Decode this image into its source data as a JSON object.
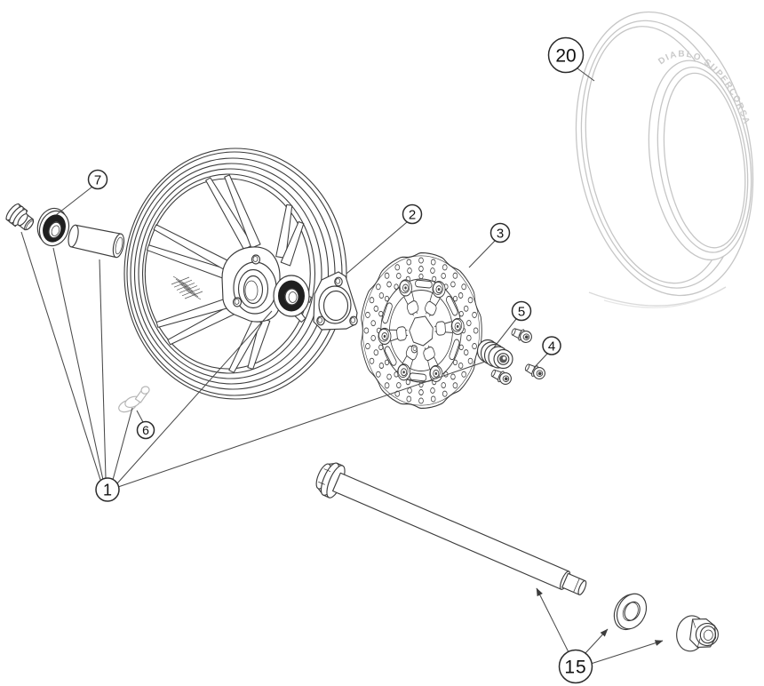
{
  "figure": {
    "colors": {
      "line": "#3c3c3c",
      "leader": "#4a4a4a",
      "tire_line": "#c6c6c6",
      "valve_line": "#b5b5b5",
      "seal_fill": "#1f1f1f",
      "background": "#ffffff"
    }
  },
  "callouts": [
    {
      "label": "1"
    },
    {
      "label": "2"
    },
    {
      "label": "3"
    },
    {
      "label": "4"
    },
    {
      "label": "5"
    },
    {
      "label": "6"
    },
    {
      "label": "7"
    },
    {
      "label": "15"
    },
    {
      "label": "20"
    }
  ],
  "tire": {
    "sidewall_text": "DIABLO SUPERCORSA"
  }
}
